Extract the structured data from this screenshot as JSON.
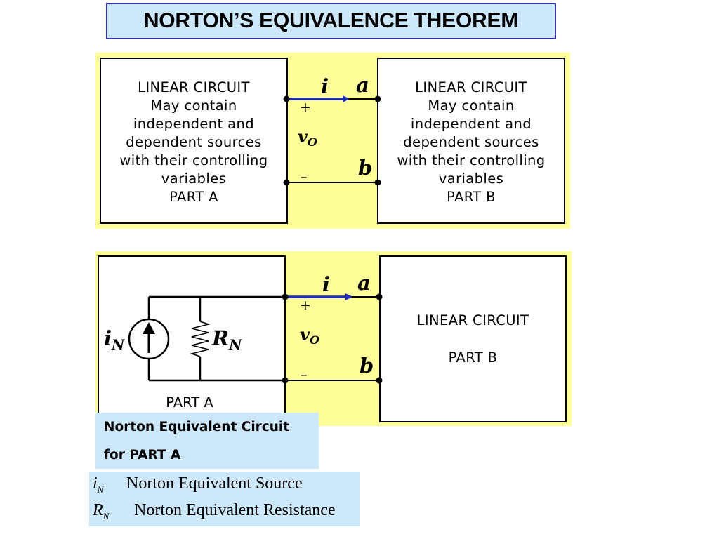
{
  "title": "NORTON’S EQUIVALENCE THEOREM",
  "top": {
    "part_a_lines": [
      "LINEAR CIRCUIT",
      "May contain",
      "independent and",
      "dependent sources",
      "with their controlling",
      "variables",
      "PART  A"
    ],
    "part_b_lines": [
      "LINEAR CIRCUIT",
      "May contain",
      "independent and",
      "dependent sources",
      "with their controlling",
      "variables",
      "PART  B"
    ],
    "current_label": "i",
    "terminal_a": "a",
    "terminal_b": "b",
    "voltage_label": "v",
    "voltage_sub": "O",
    "plus": "+",
    "minus": "–"
  },
  "bottom": {
    "source_label": "i",
    "source_sub": "N",
    "resistor_label": "R",
    "resistor_sub": "N",
    "part_a_label": "PART  A",
    "part_b_title": "LINEAR CIRCUIT",
    "part_b_label": "PART  B",
    "current_label": "i",
    "terminal_a": "a",
    "terminal_b": "b",
    "voltage_label": "v",
    "voltage_sub": "O",
    "plus": "+",
    "minus": "–"
  },
  "caption": {
    "line1": "Norton Equivalent Circuit",
    "line2": "for PART  A"
  },
  "legend": [
    {
      "symbol": "i",
      "sub": "N",
      "text": "Norton Equivalent Source"
    },
    {
      "symbol": "R",
      "sub": "N",
      "text": "Norton Equivalent Resistance"
    }
  ],
  "colors": {
    "panel": "#ffff99",
    "title_bg": "#cde8fb",
    "title_border": "#3333aa",
    "arrow": "#1f2db8",
    "caption_bg": "#cde8fb"
  }
}
